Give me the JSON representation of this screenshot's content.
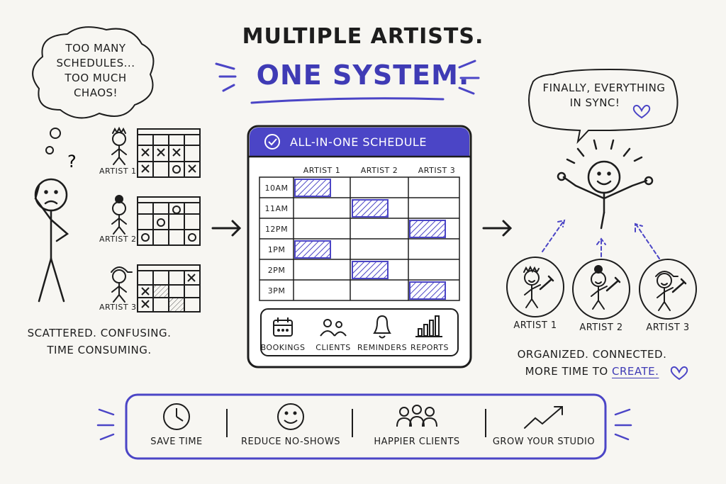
{
  "title": {
    "line1": "Multiple Artists.",
    "line2": "One System."
  },
  "left": {
    "thought_bubble": [
      "Too many",
      "schedules...",
      "Too much",
      "chaos!"
    ],
    "artists": [
      "Artist 1",
      "Artist 2",
      "Artist 3"
    ],
    "caption": [
      "Scattered. Confusing.",
      "Time Consuming."
    ]
  },
  "schedule": {
    "header": "All-in-one Schedule",
    "columns": [
      "Artist 1",
      "Artist 2",
      "Artist 3"
    ],
    "times": [
      "10am",
      "11am",
      "12pm",
      "1pm",
      "2pm",
      "3pm"
    ],
    "bookings": [
      [
        0,
        0
      ],
      [
        1,
        1
      ],
      [
        2,
        2
      ],
      [
        3,
        0
      ],
      [
        4,
        1
      ],
      [
        5,
        2
      ]
    ],
    "nav": [
      {
        "label": "Bookings",
        "icon": "calendar-icon"
      },
      {
        "label": "Clients",
        "icon": "users-icon"
      },
      {
        "label": "Reminders",
        "icon": "bell-icon"
      },
      {
        "label": "Reports",
        "icon": "bar-chart-icon"
      }
    ]
  },
  "right": {
    "speech_bubble": [
      "Finally, everything",
      "in sync!"
    ],
    "artists": [
      "Artist 1",
      "Artist 2",
      "Artist 3"
    ],
    "caption_line1": "Organized. Connected.",
    "caption_line2_prefix": "More time to",
    "caption_line2_emphasis": "Create."
  },
  "benefits": [
    {
      "label": "Save Time",
      "icon": "clock-icon"
    },
    {
      "label": "Reduce No-Shows",
      "icon": "smiley-icon"
    },
    {
      "label": "Happier Clients",
      "icon": "group-icon"
    },
    {
      "label": "Grow Your Studio",
      "icon": "trend-up-icon"
    }
  ],
  "colors": {
    "accent": "#4b45c6",
    "accent_dark": "#3f3bb5",
    "ink": "#1d1d1d",
    "paper": "#f7f6f2"
  }
}
